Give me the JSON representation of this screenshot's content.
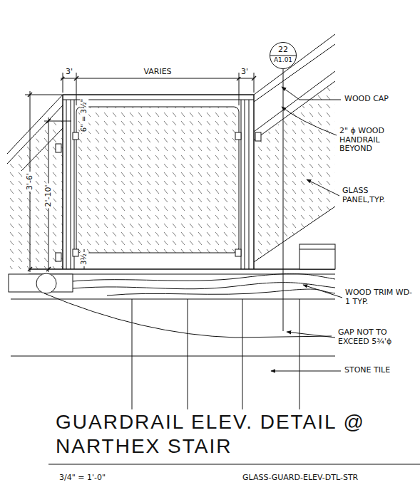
{
  "diagram": {
    "title": "GUARDRAIL ELEV. DETAIL @ NARTHEX STAIR",
    "nodes": [
      {
        "text": [
          "22",
          "A1.01"
        ]
      }
    ],
    "labels": [
      "3'",
      "VARIES",
      "3'",
      "6\" = 3½\"",
      "3'-6'",
      "2'-10'",
      "3½",
      "WOOD CAP",
      "2\" ϕ WOOD HANDRAIL BEYOND",
      "GLASS PANEL,TYP.",
      "WOOD TRIM WD-1 TYP.",
      "GAP NOT TO EXCEED 5¾'ϕ",
      "STONE TILE",
      "3/4\" = 1'-0\"",
      "GLASS-GUARD-ELEV-DTL-STR"
    ]
  }
}
